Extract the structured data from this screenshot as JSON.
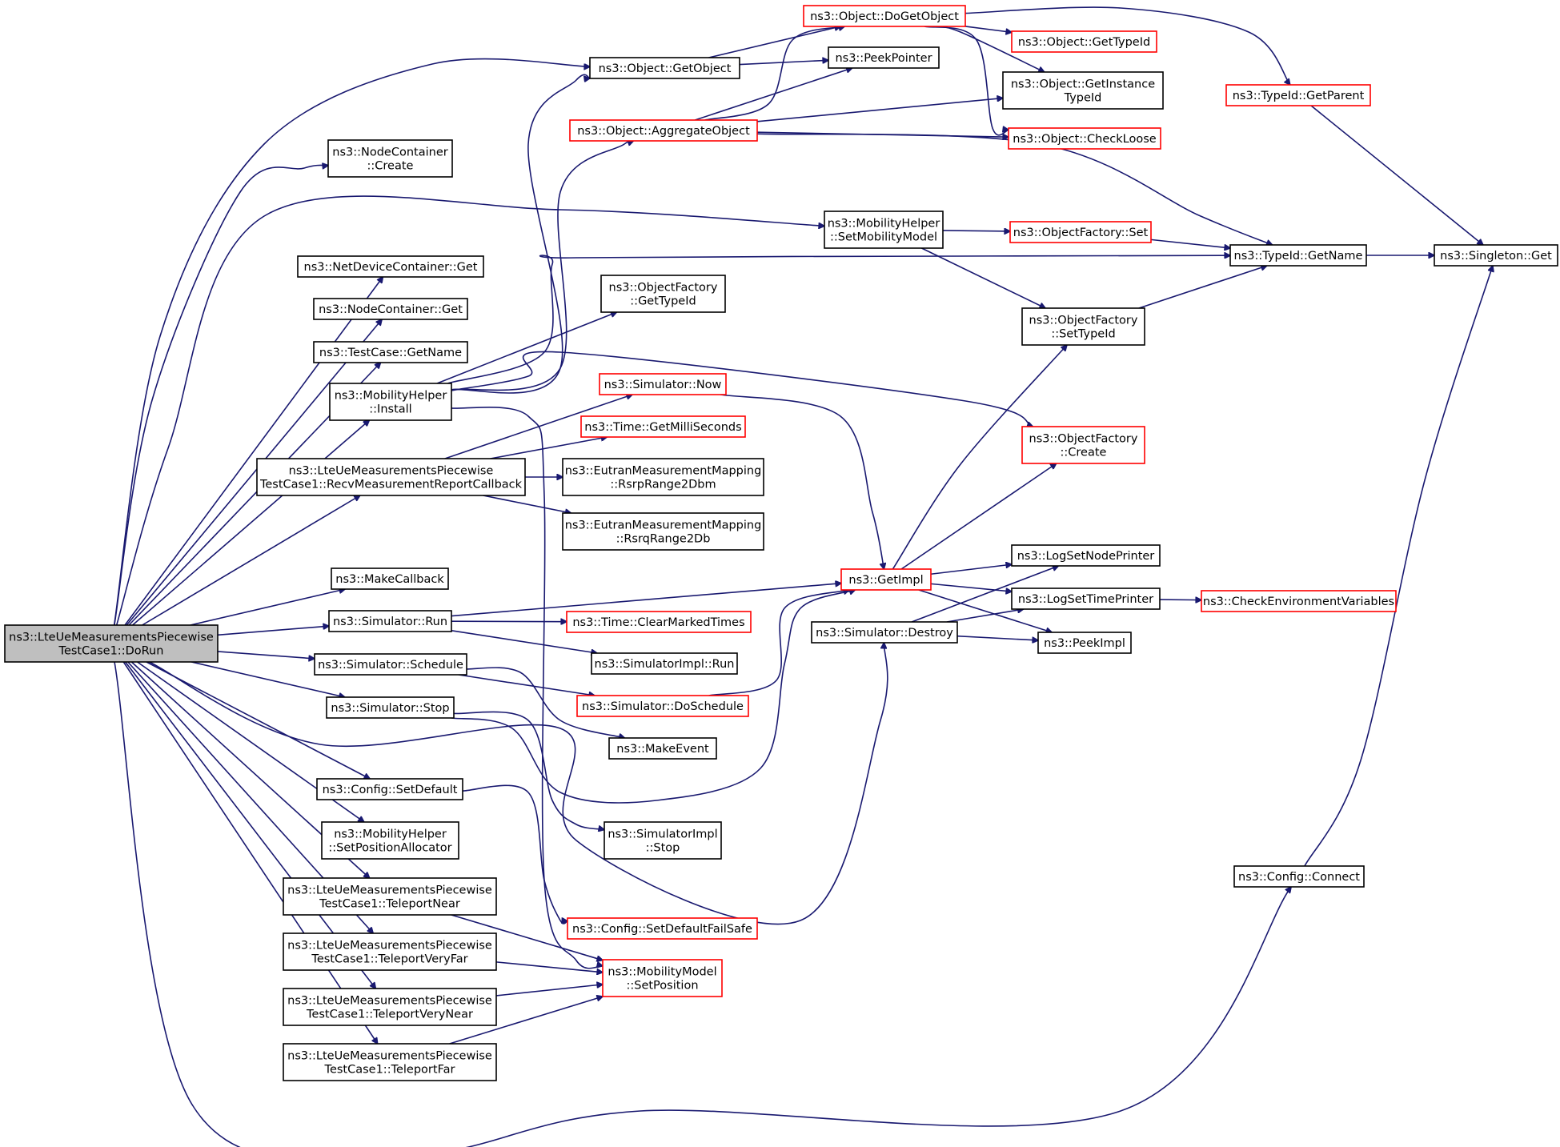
{
  "diagram": {
    "root": "n_dorun",
    "colors": {
      "edge": "#191970",
      "normal_border": "#000000",
      "truncated_border": "#ff0000",
      "root_fill": "#bfbfbf"
    },
    "nodes": [
      {
        "id": "n_dorun",
        "lines": [
          "ns3::LteUeMeasurementsPiecewise",
          "TestCase1::DoRun"
        ],
        "style": "root"
      },
      {
        "id": "n_getobject",
        "lines": [
          "ns3::Object::GetObject"
        ],
        "style": "normal"
      },
      {
        "id": "n_nc_create",
        "lines": [
          "ns3::NodeContainer",
          "::Create"
        ],
        "style": "normal"
      },
      {
        "id": "n_ndc_get",
        "lines": [
          "ns3::NetDeviceContainer::Get"
        ],
        "style": "normal"
      },
      {
        "id": "n_nc_get",
        "lines": [
          "ns3::NodeContainer::Get"
        ],
        "style": "normal"
      },
      {
        "id": "n_tc_getname",
        "lines": [
          "ns3::TestCase::GetName"
        ],
        "style": "normal"
      },
      {
        "id": "n_mh_install",
        "lines": [
          "ns3::MobilityHelper",
          "::Install"
        ],
        "style": "normal"
      },
      {
        "id": "n_recv",
        "lines": [
          "ns3::LteUeMeasurementsPiecewise",
          "TestCase1::RecvMeasurementReportCallback"
        ],
        "style": "normal"
      },
      {
        "id": "n_makecb",
        "lines": [
          "ns3::MakeCallback"
        ],
        "style": "normal"
      },
      {
        "id": "n_sim_run",
        "lines": [
          "ns3::Simulator::Run"
        ],
        "style": "normal"
      },
      {
        "id": "n_sim_sched",
        "lines": [
          "ns3::Simulator::Schedule"
        ],
        "style": "normal"
      },
      {
        "id": "n_sim_stop",
        "lines": [
          "ns3::Simulator::Stop"
        ],
        "style": "normal"
      },
      {
        "id": "n_cfg_setdef",
        "lines": [
          "ns3::Config::SetDefault"
        ],
        "style": "normal"
      },
      {
        "id": "n_mh_setpos",
        "lines": [
          "ns3::MobilityHelper",
          "::SetPositionAllocator"
        ],
        "style": "normal"
      },
      {
        "id": "n_tp_near",
        "lines": [
          "ns3::LteUeMeasurementsPiecewise",
          "TestCase1::TeleportNear"
        ],
        "style": "normal"
      },
      {
        "id": "n_tp_vfar",
        "lines": [
          "ns3::LteUeMeasurementsPiecewise",
          "TestCase1::TeleportVeryFar"
        ],
        "style": "normal"
      },
      {
        "id": "n_tp_vnear",
        "lines": [
          "ns3::LteUeMeasurementsPiecewise",
          "TestCase1::TeleportVeryNear"
        ],
        "style": "normal"
      },
      {
        "id": "n_tp_far",
        "lines": [
          "ns3::LteUeMeasurementsPiecewise",
          "TestCase1::TeleportFar"
        ],
        "style": "normal"
      },
      {
        "id": "n_dogetobject",
        "lines": [
          "ns3::Object::DoGetObject"
        ],
        "style": "red"
      },
      {
        "id": "n_peekpointer",
        "lines": [
          "ns3::PeekPointer"
        ],
        "style": "normal"
      },
      {
        "id": "n_aggregate",
        "lines": [
          "ns3::Object::AggregateObject"
        ],
        "style": "red"
      },
      {
        "id": "n_mh_setmob",
        "lines": [
          "ns3::MobilityHelper",
          "::SetMobilityModel"
        ],
        "style": "normal"
      },
      {
        "id": "n_of_gettypeid",
        "lines": [
          "ns3::ObjectFactory",
          "::GetTypeId"
        ],
        "style": "normal"
      },
      {
        "id": "n_sim_now",
        "lines": [
          "ns3::Simulator::Now"
        ],
        "style": "red"
      },
      {
        "id": "n_time_getms",
        "lines": [
          "ns3::Time::GetMilliSeconds"
        ],
        "style": "red"
      },
      {
        "id": "n_rsrp",
        "lines": [
          "ns3::EutranMeasurementMapping",
          "::RsrpRange2Dbm"
        ],
        "style": "normal"
      },
      {
        "id": "n_rsrq",
        "lines": [
          "ns3::EutranMeasurementMapping",
          "::RsrqRange2Db"
        ],
        "style": "normal"
      },
      {
        "id": "n_getimpl",
        "lines": [
          "ns3::GetImpl"
        ],
        "style": "red"
      },
      {
        "id": "n_clearmarked",
        "lines": [
          "ns3::Time::ClearMarkedTimes"
        ],
        "style": "red"
      },
      {
        "id": "n_simimpl_run",
        "lines": [
          "ns3::SimulatorImpl::Run"
        ],
        "style": "normal"
      },
      {
        "id": "n_doschedule",
        "lines": [
          "ns3::Simulator::DoSchedule"
        ],
        "style": "red"
      },
      {
        "id": "n_makeevent",
        "lines": [
          "ns3::MakeEvent"
        ],
        "style": "normal"
      },
      {
        "id": "n_simimpl_stop",
        "lines": [
          "ns3::SimulatorImpl",
          "::Stop"
        ],
        "style": "normal"
      },
      {
        "id": "n_cfg_setdeffs",
        "lines": [
          "ns3::Config::SetDefaultFailSafe"
        ],
        "style": "red"
      },
      {
        "id": "n_mm_setpos",
        "lines": [
          "ns3::MobilityModel",
          "::SetPosition"
        ],
        "style": "red"
      },
      {
        "id": "n_obj_gettypeid",
        "lines": [
          "ns3::Object::GetTypeId"
        ],
        "style": "red"
      },
      {
        "id": "n_obj_getinst",
        "lines": [
          "ns3::Object::GetInstance",
          "TypeId"
        ],
        "style": "normal"
      },
      {
        "id": "n_obj_checkloose",
        "lines": [
          "ns3::Object::CheckLoose"
        ],
        "style": "red"
      },
      {
        "id": "n_of_set",
        "lines": [
          "ns3::ObjectFactory::Set"
        ],
        "style": "red"
      },
      {
        "id": "n_of_settypeid",
        "lines": [
          "ns3::ObjectFactory",
          "::SetTypeId"
        ],
        "style": "normal"
      },
      {
        "id": "n_of_create",
        "lines": [
          "ns3::ObjectFactory",
          "::Create"
        ],
        "style": "red"
      },
      {
        "id": "n_logsetnode",
        "lines": [
          "ns3::LogSetNodePrinter"
        ],
        "style": "normal"
      },
      {
        "id": "n_logsettime",
        "lines": [
          "ns3::LogSetTimePrinter"
        ],
        "style": "normal"
      },
      {
        "id": "n_sim_destroy",
        "lines": [
          "ns3::Simulator::Destroy"
        ],
        "style": "normal"
      },
      {
        "id": "n_peekimpl",
        "lines": [
          "ns3::PeekImpl"
        ],
        "style": "normal"
      },
      {
        "id": "n_tid_getparent",
        "lines": [
          "ns3::TypeId::GetParent"
        ],
        "style": "red"
      },
      {
        "id": "n_tid_getname",
        "lines": [
          "ns3::TypeId::GetName"
        ],
        "style": "normal"
      },
      {
        "id": "n_checkenv",
        "lines": [
          "ns3::CheckEnvironmentVariables"
        ],
        "style": "red"
      },
      {
        "id": "n_cfg_connect",
        "lines": [
          "ns3::Config::Connect"
        ],
        "style": "normal"
      },
      {
        "id": "n_singleton",
        "lines": [
          "ns3::Singleton::Get"
        ],
        "style": "normal"
      }
    ],
    "edges": [
      [
        "n_dorun",
        "n_getobject"
      ],
      [
        "n_dorun",
        "n_nc_create"
      ],
      [
        "n_dorun",
        "n_mh_setmob"
      ],
      [
        "n_dorun",
        "n_ndc_get"
      ],
      [
        "n_dorun",
        "n_nc_get"
      ],
      [
        "n_dorun",
        "n_tc_getname"
      ],
      [
        "n_dorun",
        "n_mh_install"
      ],
      [
        "n_dorun",
        "n_recv"
      ],
      [
        "n_dorun",
        "n_makecb"
      ],
      [
        "n_dorun",
        "n_sim_run"
      ],
      [
        "n_dorun",
        "n_sim_sched"
      ],
      [
        "n_dorun",
        "n_sim_stop"
      ],
      [
        "n_dorun",
        "n_sim_destroy"
      ],
      [
        "n_dorun",
        "n_cfg_setdef"
      ],
      [
        "n_dorun",
        "n_mh_setpos"
      ],
      [
        "n_dorun",
        "n_tp_near"
      ],
      [
        "n_dorun",
        "n_tp_vfar"
      ],
      [
        "n_dorun",
        "n_tp_vnear"
      ],
      [
        "n_dorun",
        "n_tp_far"
      ],
      [
        "n_dorun",
        "n_cfg_connect"
      ],
      [
        "n_getobject",
        "n_dogetobject"
      ],
      [
        "n_getobject",
        "n_peekpointer"
      ],
      [
        "n_mh_install",
        "n_getobject"
      ],
      [
        "n_mh_install",
        "n_aggregate"
      ],
      [
        "n_mh_install",
        "n_of_gettypeid"
      ],
      [
        "n_mh_install",
        "n_tid_getname"
      ],
      [
        "n_mh_install",
        "n_of_create"
      ],
      [
        "n_mh_install",
        "n_mm_setpos"
      ],
      [
        "n_recv",
        "n_sim_now"
      ],
      [
        "n_recv",
        "n_time_getms"
      ],
      [
        "n_recv",
        "n_rsrp"
      ],
      [
        "n_recv",
        "n_rsrq"
      ],
      [
        "n_sim_run",
        "n_getimpl"
      ],
      [
        "n_sim_run",
        "n_clearmarked"
      ],
      [
        "n_sim_run",
        "n_simimpl_run"
      ],
      [
        "n_sim_sched",
        "n_doschedule"
      ],
      [
        "n_sim_sched",
        "n_makeevent"
      ],
      [
        "n_sim_stop",
        "n_getimpl"
      ],
      [
        "n_sim_stop",
        "n_simimpl_stop"
      ],
      [
        "n_cfg_setdef",
        "n_cfg_setdeffs"
      ],
      [
        "n_tp_near",
        "n_mm_setpos"
      ],
      [
        "n_tp_vfar",
        "n_mm_setpos"
      ],
      [
        "n_tp_vnear",
        "n_mm_setpos"
      ],
      [
        "n_tp_far",
        "n_mm_setpos"
      ],
      [
        "n_dogetobject",
        "n_obj_gettypeid"
      ],
      [
        "n_dogetobject",
        "n_obj_getinst"
      ],
      [
        "n_dogetobject",
        "n_obj_checkloose"
      ],
      [
        "n_dogetobject",
        "n_tid_getparent"
      ],
      [
        "n_aggregate",
        "n_dogetobject"
      ],
      [
        "n_aggregate",
        "n_peekpointer"
      ],
      [
        "n_aggregate",
        "n_obj_getinst"
      ],
      [
        "n_aggregate",
        "n_obj_checkloose"
      ],
      [
        "n_aggregate",
        "n_tid_getname"
      ],
      [
        "n_mh_setmob",
        "n_of_set"
      ],
      [
        "n_mh_setmob",
        "n_of_settypeid"
      ],
      [
        "n_of_set",
        "n_tid_getname"
      ],
      [
        "n_of_settypeid",
        "n_tid_getname"
      ],
      [
        "n_sim_now",
        "n_getimpl"
      ],
      [
        "n_doschedule",
        "n_getimpl"
      ],
      [
        "n_getimpl",
        "n_of_settypeid"
      ],
      [
        "n_getimpl",
        "n_of_create"
      ],
      [
        "n_getimpl",
        "n_logsetnode"
      ],
      [
        "n_getimpl",
        "n_logsettime"
      ],
      [
        "n_getimpl",
        "n_peekimpl"
      ],
      [
        "n_sim_destroy",
        "n_logsetnode"
      ],
      [
        "n_sim_destroy",
        "n_logsettime"
      ],
      [
        "n_sim_destroy",
        "n_peekimpl"
      ],
      [
        "n_logsettime",
        "n_checkenv"
      ],
      [
        "n_tid_getparent",
        "n_singleton"
      ],
      [
        "n_tid_getname",
        "n_singleton"
      ],
      [
        "n_cfg_connect",
        "n_singleton"
      ]
    ]
  }
}
